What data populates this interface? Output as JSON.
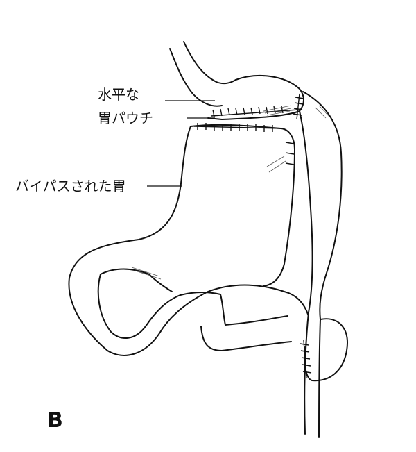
{
  "labels": {
    "pouch_line1": "水平な",
    "pouch_line2": "胃パウチ",
    "bypassed_stomach": "バイパスされた胃"
  },
  "panel_letter": "B",
  "colors": {
    "ink": "#111111",
    "background": "#ffffff"
  }
}
